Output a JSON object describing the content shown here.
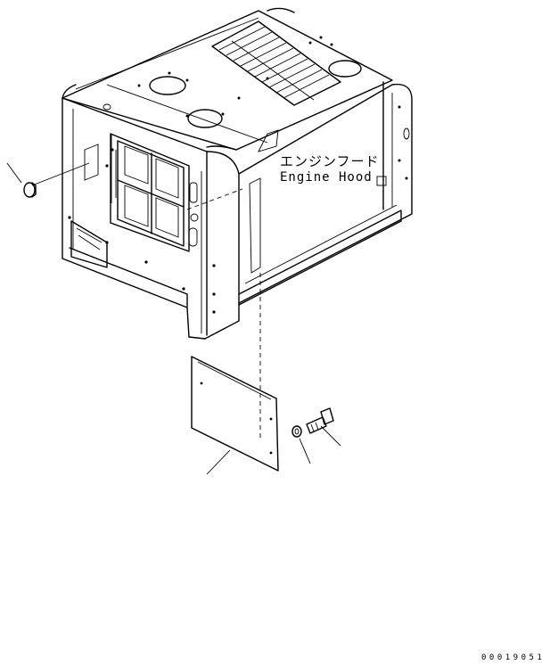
{
  "diagram": {
    "label_japanese": "エンジンフード",
    "label_english": "Engine Hood",
    "document_number": "00019051"
  }
}
